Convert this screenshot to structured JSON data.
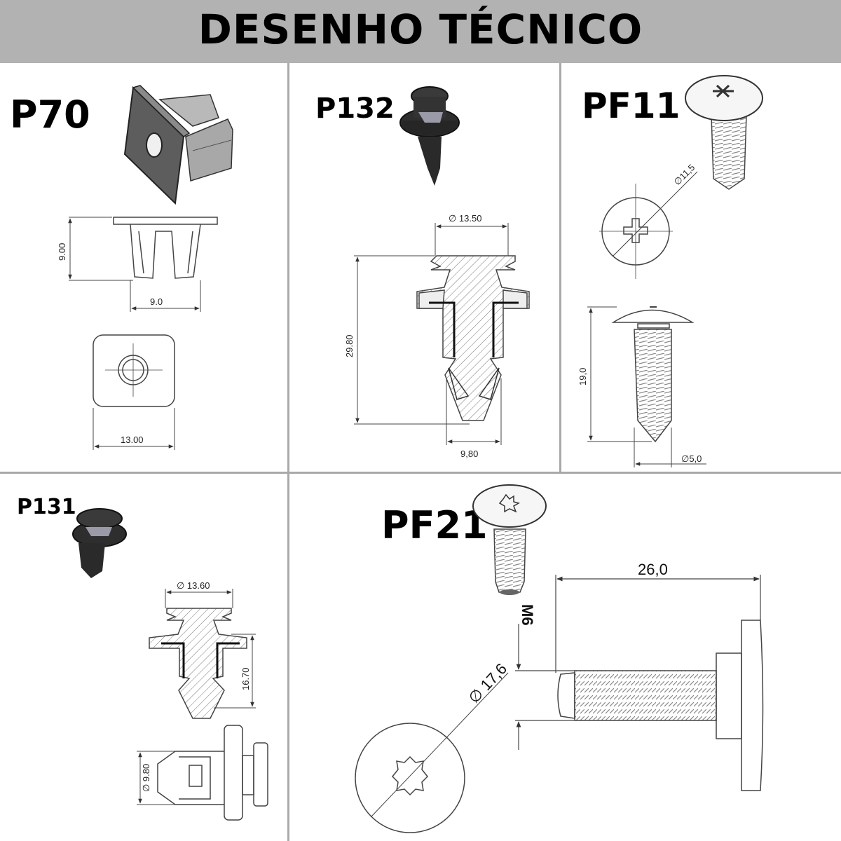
{
  "title": "DESENHO TÉCNICO",
  "parts": {
    "p70": {
      "code": "P70",
      "height_dim": "9.00",
      "width_dim": "9.0",
      "square_dim": "13.00"
    },
    "p132": {
      "code": "P132",
      "head_dim": "∅ 13.50",
      "length_dim": "29.80",
      "base_dim": "9,80"
    },
    "pf11": {
      "code": "PF11",
      "head_dim": "∅11,5",
      "length_dim": "19,0",
      "thread_dim": "∅5,0"
    },
    "p131": {
      "code": "P131",
      "head_dim": "∅ 13.60",
      "length_dim": "16.70",
      "body_dim": "∅ 9.80"
    },
    "pf21": {
      "code": "PF21",
      "length_dim": "26,0",
      "thread_dim": "M6",
      "head_dim": "∅ 17,6"
    }
  },
  "colors": {
    "header_bg": "#b2b2b2",
    "divider": "#a9a9a9",
    "part_dark": "#2e2e2e",
    "line": "#444444"
  }
}
